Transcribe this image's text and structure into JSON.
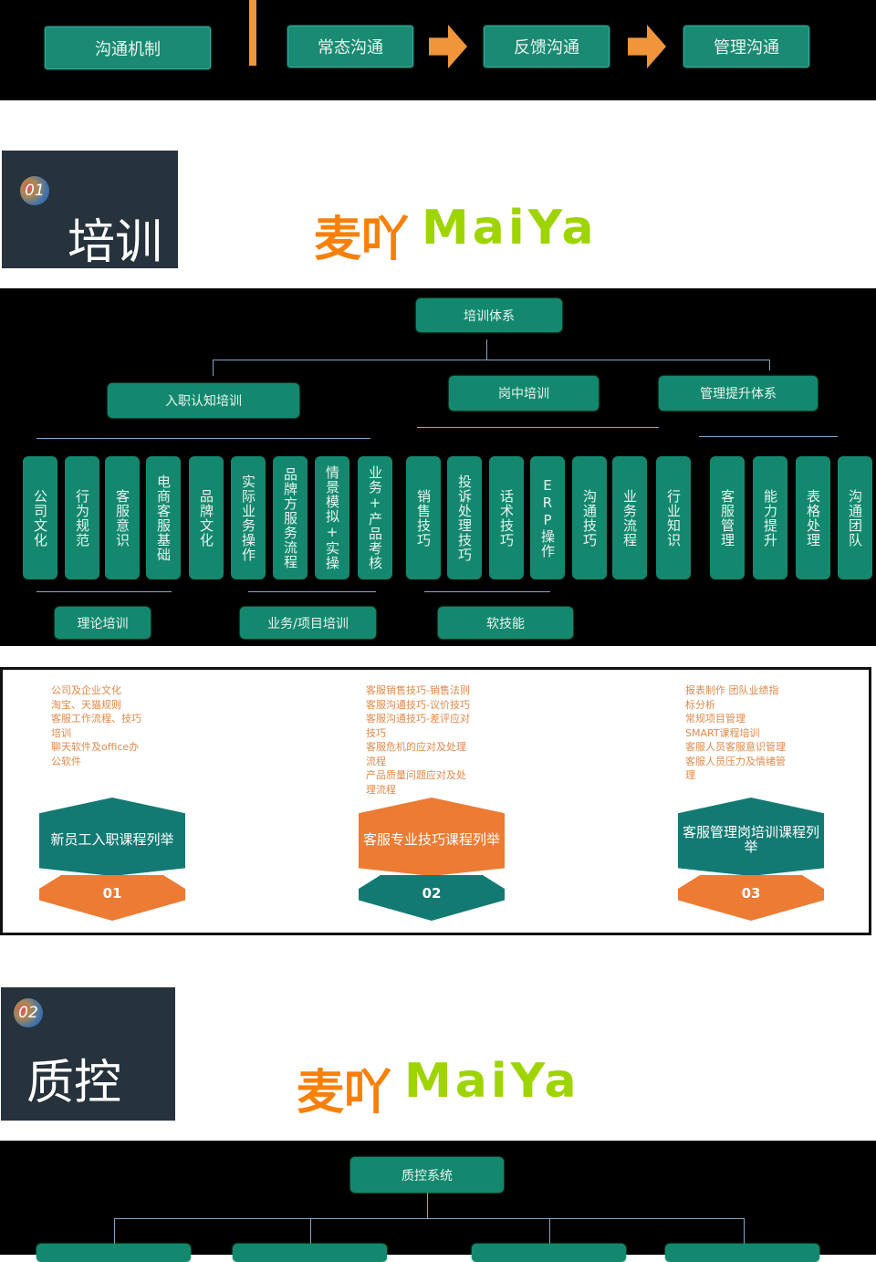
{
  "banner": {
    "mechanism": "沟通机制",
    "steps": [
      "常态沟通",
      "反馈沟通",
      "管理沟通"
    ]
  },
  "section1": {
    "number": "01",
    "title": "培训"
  },
  "logo": {
    "cn": "麦吖",
    "en": "MaiYa"
  },
  "training_tree": {
    "root": "培训体系",
    "branches": [
      "入职认知培训",
      "岗中培训",
      "管理提升体系"
    ],
    "leaves": [
      "公司文化",
      "行为规范",
      "客服意识",
      "电商客服基础",
      "品牌文化",
      "实际业务操作",
      "品牌方服务流程",
      "情景模拟+实操",
      "业务+产品考核",
      "销售技巧",
      "投诉处理技巧",
      "话术技巧",
      "ERP操作",
      "沟通技巧",
      "业务流程",
      "行业知识",
      "客服管理",
      "能力提升",
      "表格处理",
      "沟通团队"
    ],
    "groups": [
      "理论培训",
      "业务/项目培训",
      "软技能"
    ]
  },
  "courses": [
    {
      "items": [
        "公司及企业文化",
        "淘宝、天猫规则",
        "客服工作流程、技巧",
        "培训",
        "聊天软件及office办",
        "公软件"
      ],
      "title": "新员工入职课程列举",
      "number": "01"
    },
    {
      "items": [
        "客服销售技巧-销售法则",
        "客服沟通技巧-议价技巧",
        "客服沟通技巧-差评应对",
        "技巧",
        "客服危机的应对及处理",
        "流程",
        "产品质量问题应对及处",
        "理流程"
      ],
      "title": "客服专业技巧课程列举",
      "number": "02"
    },
    {
      "items": [
        "报表制作 团队业绩指",
        "标分析",
        "常规项目管理",
        "SMART课程培训",
        "客服人员客服意识管理",
        "客服人员压力及情绪管",
        "理"
      ],
      "title": "客服管理岗培训课程列举",
      "number": "03"
    }
  ],
  "section2": {
    "number": "02",
    "title": "质控"
  },
  "qc_tree": {
    "root": "质控系统"
  }
}
